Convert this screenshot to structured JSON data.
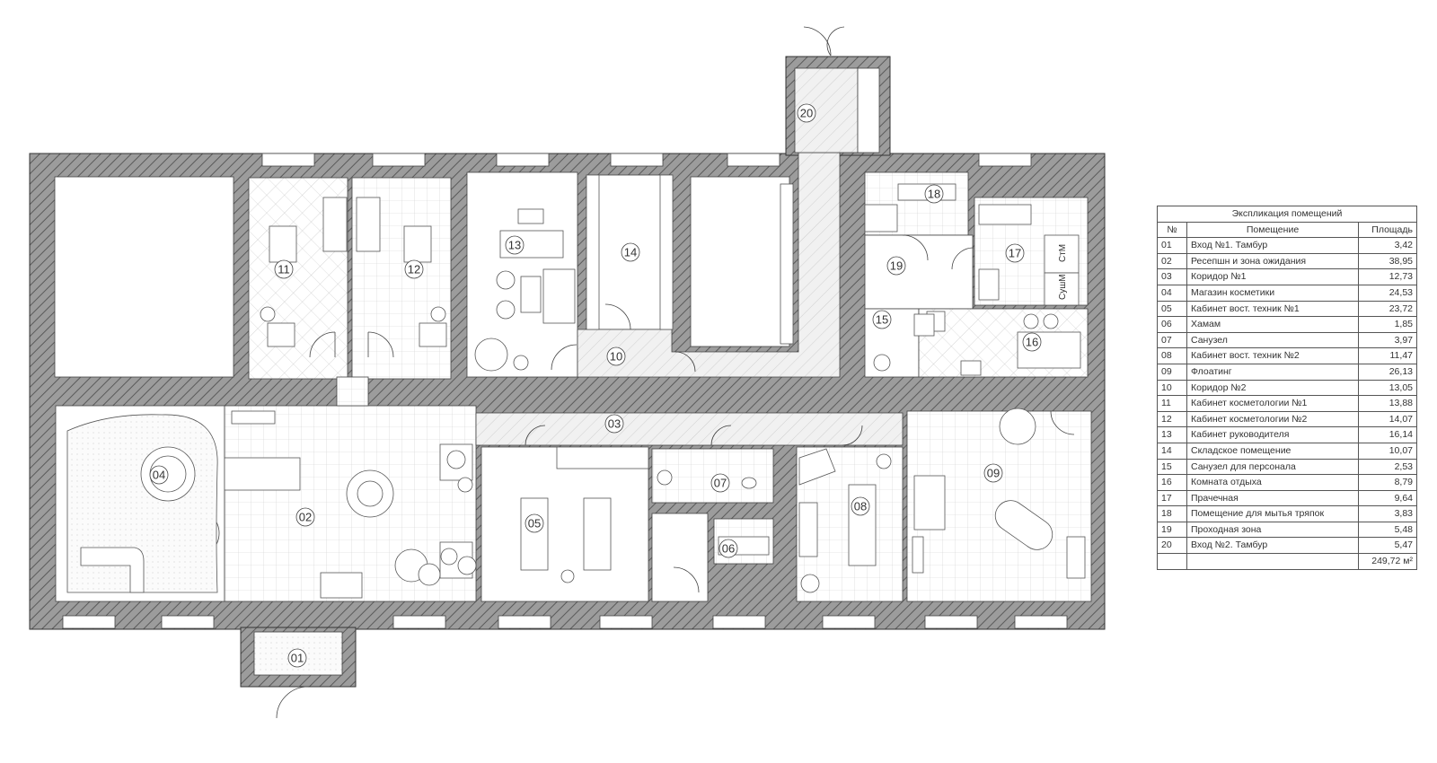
{
  "colors": {
    "wall": "#9a9a9a",
    "line": "#444444",
    "hatch": "#d8d8d8",
    "paper": "#ffffff"
  },
  "rooms": [
    "01",
    "02",
    "03",
    "04",
    "05",
    "06",
    "07",
    "08",
    "09",
    "10",
    "11",
    "12",
    "13",
    "14",
    "15",
    "16",
    "17",
    "18",
    "19",
    "20"
  ],
  "fixtures": {
    "laundry_label_1": "СтМ",
    "laundry_label_2": "СушМ"
  },
  "legend": {
    "title": "Экспликация помещений",
    "headers": {
      "num": "№",
      "name": "Помещение",
      "area": "Площадь"
    },
    "rows": [
      {
        "num": "01",
        "name": "Вход №1. Тамбур",
        "area": "3,42"
      },
      {
        "num": "02",
        "name": "Ресепшн и зона ожидания",
        "area": "38,95"
      },
      {
        "num": "03",
        "name": "Коридор №1",
        "area": "12,73"
      },
      {
        "num": "04",
        "name": "Магазин косметики",
        "area": "24,53"
      },
      {
        "num": "05",
        "name": "Кабинет вост. техник №1",
        "area": "23,72"
      },
      {
        "num": "06",
        "name": "Хамам",
        "area": "1,85"
      },
      {
        "num": "07",
        "name": "Санузел",
        "area": "3,97"
      },
      {
        "num": "08",
        "name": "Кабинет вост. техник №2",
        "area": "11,47"
      },
      {
        "num": "09",
        "name": "Флоатинг",
        "area": "26,13"
      },
      {
        "num": "10",
        "name": "Коридор №2",
        "area": "13,05"
      },
      {
        "num": "11",
        "name": "Кабинет косметологии №1",
        "area": "13,88"
      },
      {
        "num": "12",
        "name": "Кабинет косметологии №2",
        "area": "14,07"
      },
      {
        "num": "13",
        "name": "Кабинет руководителя",
        "area": "16,14"
      },
      {
        "num": "14",
        "name": "Складское помещение",
        "area": "10,07"
      },
      {
        "num": "15",
        "name": "Санузел для персонала",
        "area": "2,53"
      },
      {
        "num": "16",
        "name": "Комната отдыха",
        "area": "8,79"
      },
      {
        "num": "17",
        "name": "Прачечная",
        "area": "9,64"
      },
      {
        "num": "18",
        "name": "Помещение для мытья тряпок",
        "area": "3,83"
      },
      {
        "num": "19",
        "name": "Проходная зона",
        "area": "5,48"
      },
      {
        "num": "20",
        "name": "Вход №2. Тамбур",
        "area": "5,47"
      }
    ],
    "total": "249,72 м²"
  }
}
